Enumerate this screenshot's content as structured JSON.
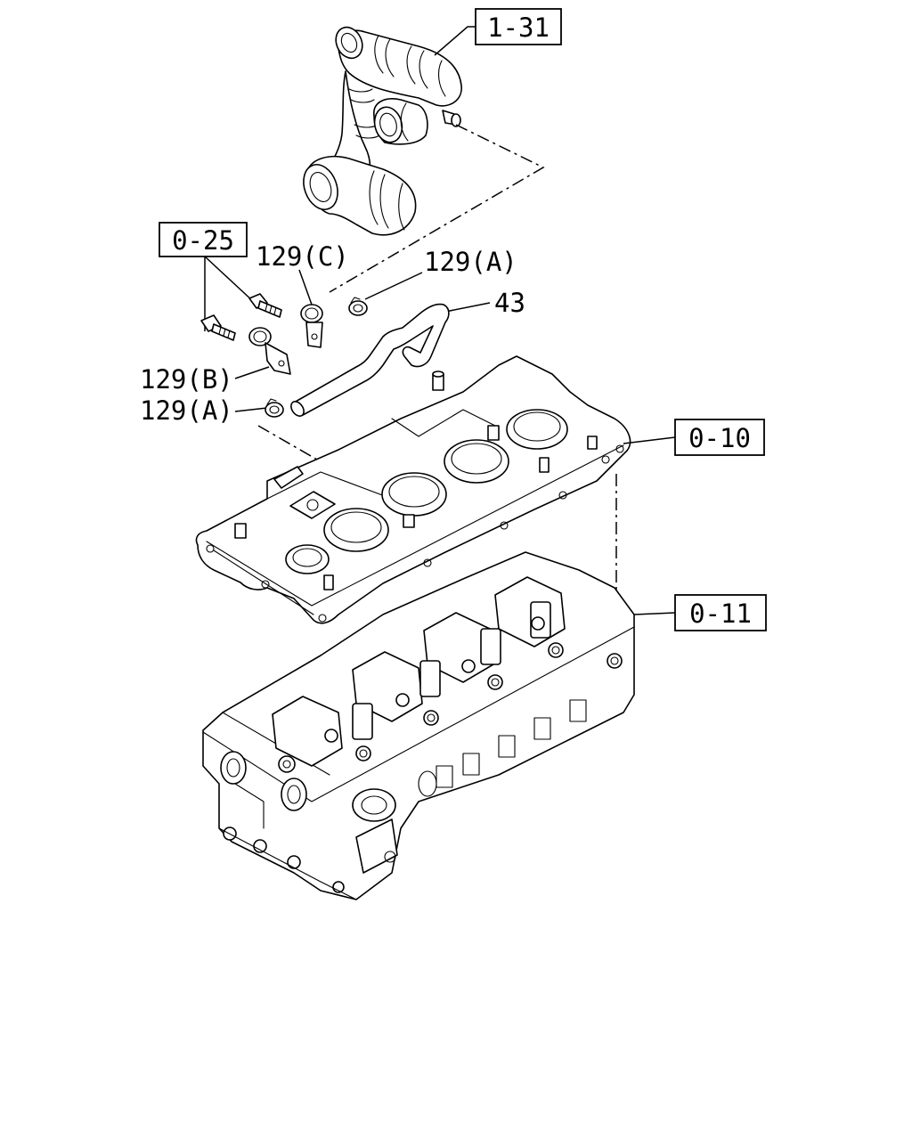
{
  "callouts": {
    "ref_1_31": "1-31",
    "ref_0_25": "0-25",
    "part_129c": "129(C)",
    "part_129a_upper": "129(A)",
    "part_43": "43",
    "part_129b": "129(B)",
    "part_129a_lower": "129(A)",
    "ref_0_10": "0-10",
    "ref_0_11": "0-11"
  },
  "icons": {
    "hose": "breather-hose-icon",
    "pipe": "ventilation-pipe-icon",
    "clip": "hose-clip-icon",
    "bolt": "bolt-icon",
    "bracket": "bracket-icon",
    "cover": "cylinder-head-cover-icon",
    "head": "cylinder-head-icon"
  }
}
